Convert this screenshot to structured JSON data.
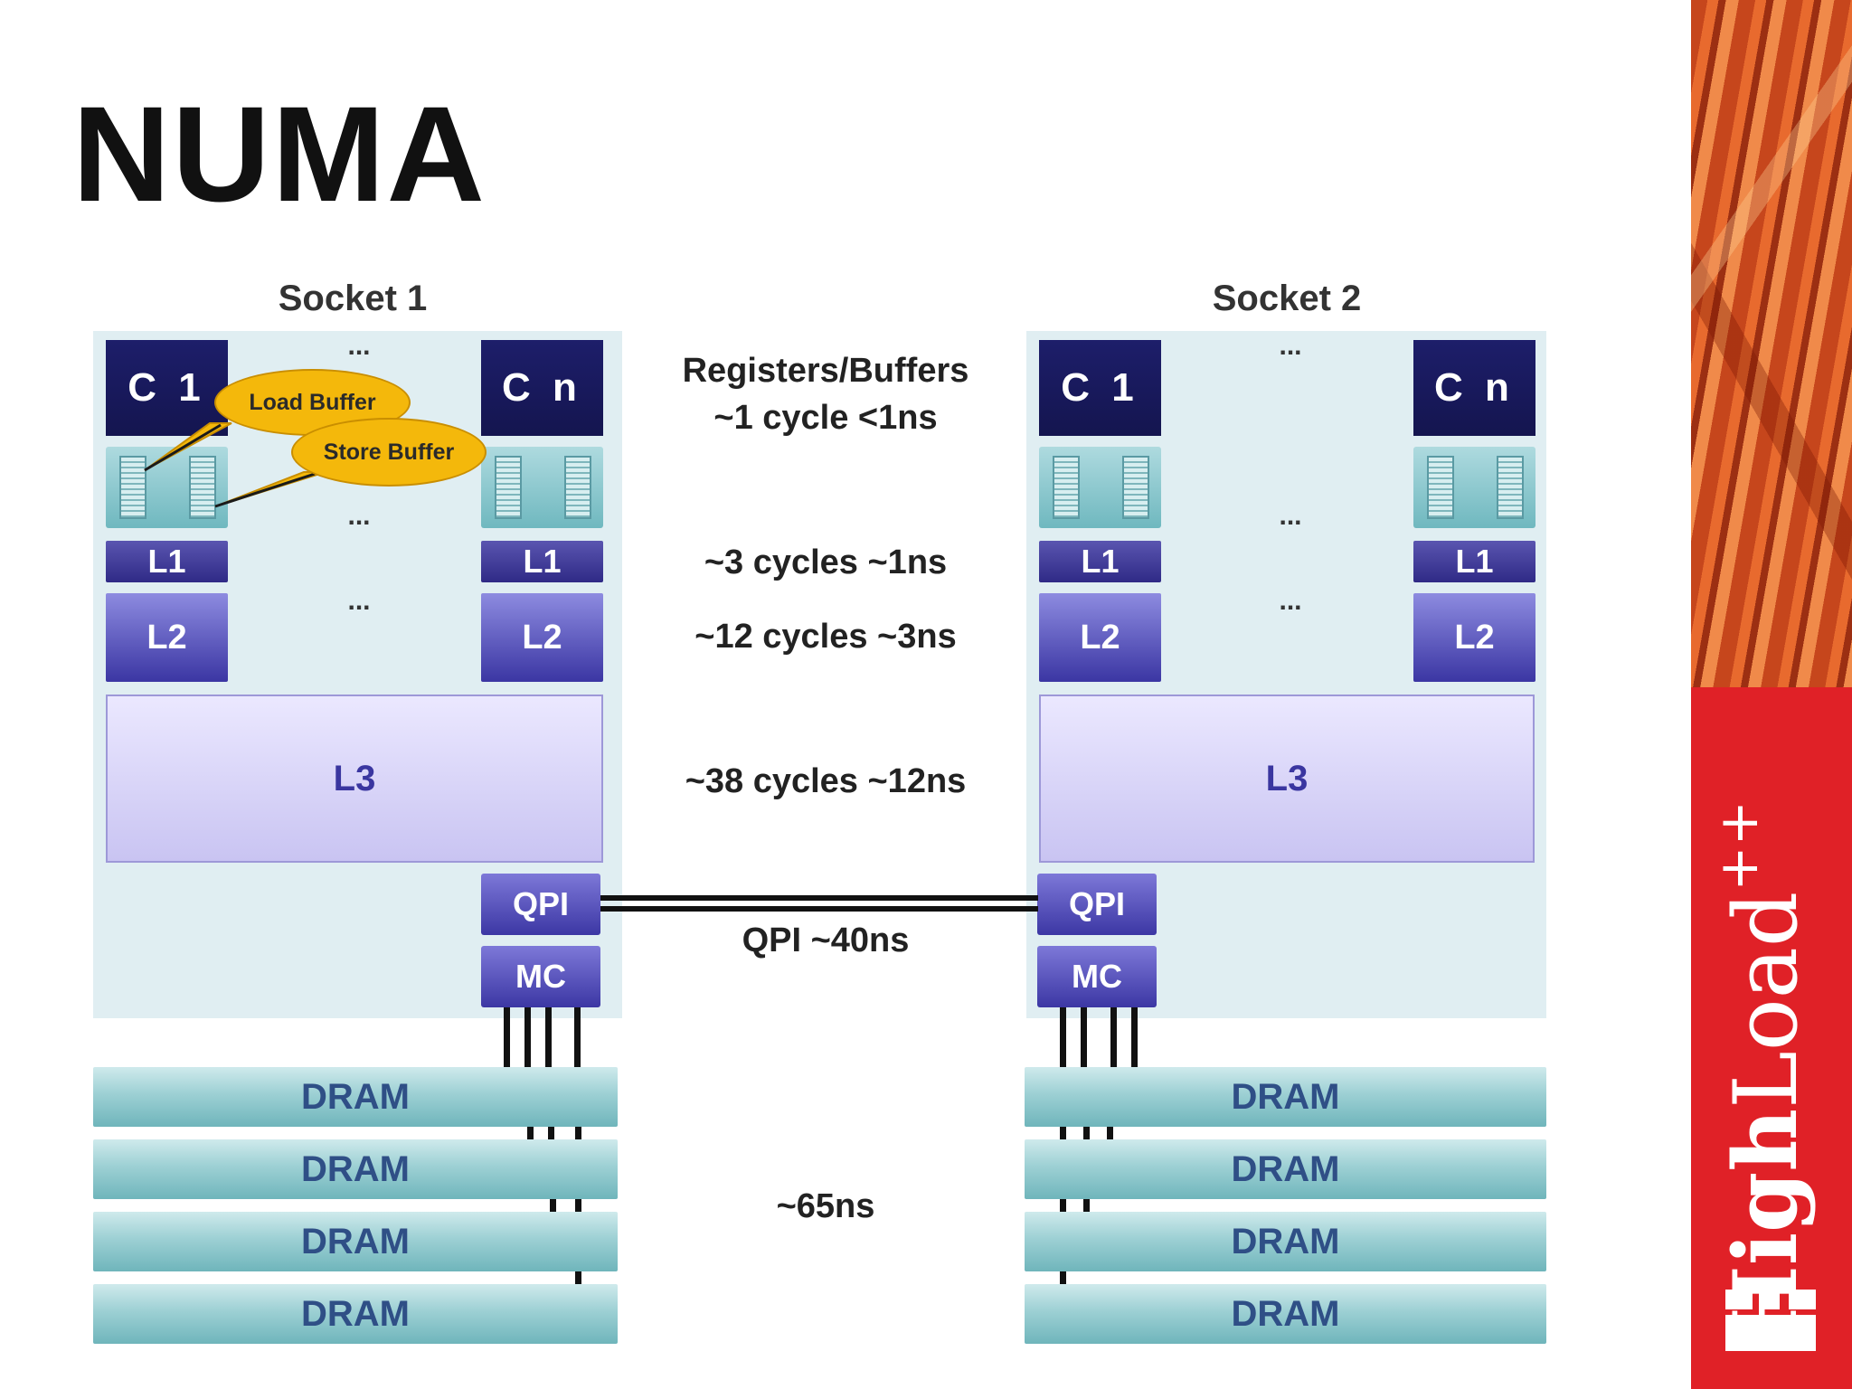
{
  "slide": {
    "title": "NUMA"
  },
  "sockets": [
    {
      "label": "Socket 1",
      "core_first": "C 1",
      "core_last": "C n"
    },
    {
      "label": "Socket 2",
      "core_first": "C 1",
      "core_last": "C n"
    }
  ],
  "ellipsis": "...",
  "blocks": {
    "l1": "L1",
    "l2": "L2",
    "l3": "L3",
    "qpi": "QPI",
    "mc": "MC",
    "dram": "DRAM"
  },
  "callouts": {
    "load_buffer": "Load Buffer",
    "store_buffer": "Store Buffer"
  },
  "latencies": {
    "registers_title": "Registers/Buffers",
    "registers_value": "~1 cycle <1ns",
    "l1": "~3 cycles ~1ns",
    "l2": "~12 cycles ~3ns",
    "l3": "~38 cycles ~12ns",
    "qpi": "QPI ~40ns",
    "dram": "~65ns"
  },
  "brand": {
    "bold": "High",
    "light": "Load",
    "sup": "++"
  },
  "colors": {
    "brand_red": "#e02127",
    "core_navy": "#1d1e6a",
    "dram_teal": "#9dd0d4",
    "callout_yellow": "#f4b80b"
  }
}
